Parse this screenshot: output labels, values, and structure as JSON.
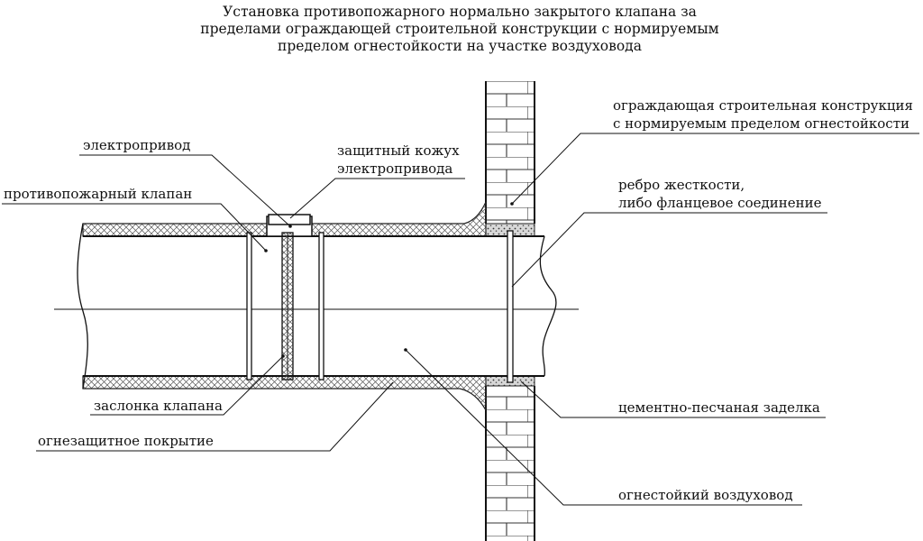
{
  "title": {
    "line1": "Установка противопожарного нормально закрытого  клапана за",
    "line2": "пределами ограждающей строительной конструкции с нормируемым",
    "line3": "пределом огнестойкости на участке воздуховода"
  },
  "labels": {
    "electric_drive": "электропривод",
    "drive_cover_1": "защитный кожух",
    "drive_cover_2": "электропривода",
    "fire_valve": "противопожарный клапан",
    "wall_1": "ограждающая строительная конструкция",
    "wall_2": "с нормируемым пределом огнестойкости",
    "rib_1": "ребро жесткости,",
    "rib_2": "либо фланцевое соединение",
    "damper": "заслонка клапана",
    "fire_coating": "огнезащитное покрытие",
    "cement_seal": "цементно-песчаная заделка",
    "duct": "огнестойкий воздуховод"
  }
}
